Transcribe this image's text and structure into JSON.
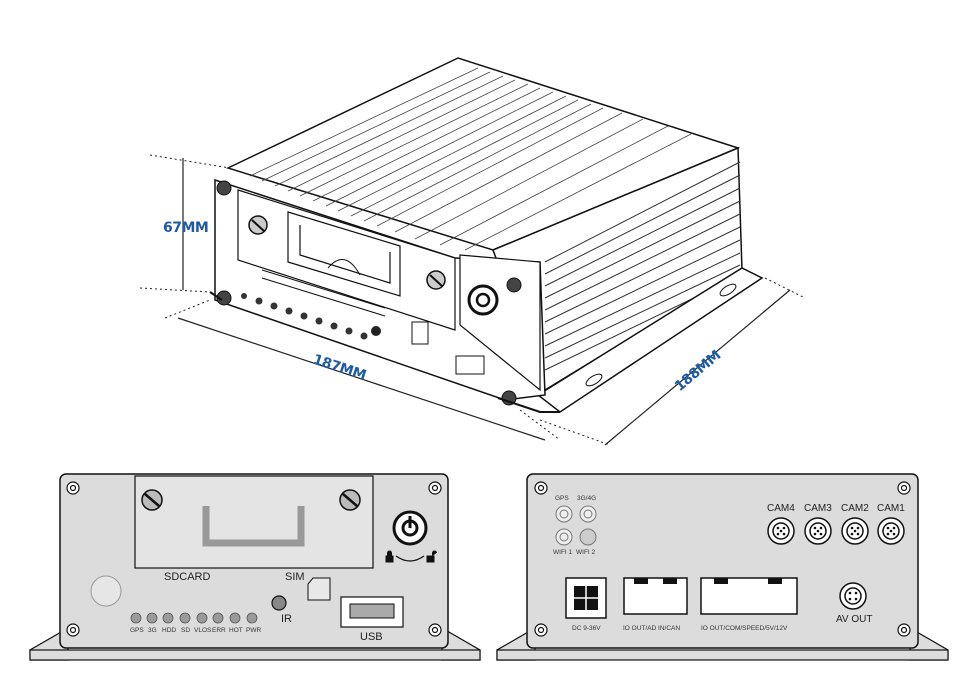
{
  "dimensions": {
    "height": "67MM",
    "width": "187MM",
    "depth": "188MM"
  },
  "front_panel": {
    "sd_card_label": "SDCARD",
    "sim_label": "SIM",
    "ir_label": "IR",
    "usb_label": "USB",
    "leds": [
      "GPS",
      "3G",
      "HDD",
      "SD",
      "VLOS",
      "ERR",
      "HOT",
      "PWR"
    ]
  },
  "rear_panel": {
    "antennas": [
      "GPS",
      "3G/4G",
      "WIFI 1",
      "WIFI 2"
    ],
    "cameras": [
      "CAM4",
      "CAM3",
      "CAM2",
      "CAM1"
    ],
    "dc_label": "DC 9-36V",
    "io1_label": "IO OUT/AD IN/CAN",
    "io2_label": "IO OUT/COM/SPEED/5V/12V",
    "av_out_label": "AV OUT"
  }
}
